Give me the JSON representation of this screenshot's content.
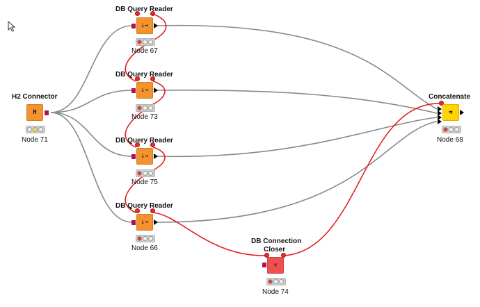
{
  "nodes": {
    "reader_67": {
      "title": "DB Query Reader",
      "label": "Node 67"
    },
    "reader_73": {
      "title": "DB Query Reader",
      "label": "Node 73"
    },
    "reader_75": {
      "title": "DB Query Reader",
      "label": "Node 75"
    },
    "reader_66": {
      "title": "DB Query Reader",
      "label": "Node 66"
    },
    "h2": {
      "title": "H2 Connector",
      "label": "Node 71"
    },
    "concat": {
      "title": "Concatenate",
      "label": "Node 68"
    },
    "closer": {
      "title_line1": "DB Connection",
      "title_line2": "Closer",
      "label": "Node 74"
    }
  },
  "colors": {
    "reader_icon": "#f6922e",
    "h2_icon": "#f6922e",
    "concat_icon": "#ffd400",
    "closer_icon": "#f05050",
    "db_port": "#b0124b",
    "data_wire": "#888888",
    "flow_wire": "#e02020",
    "light_red": "#e53935",
    "light_yellow": "#f5e431",
    "light_off": "#f4f4f4"
  },
  "icons": {
    "pointer": "mouse-pointer-icon",
    "reader": "db-query-reader-icon",
    "h2": "h2-connector-icon",
    "concat": "concatenate-icon",
    "closer": "db-connection-closer-icon"
  },
  "status_lights": {
    "reader_67": "red",
    "reader_73": "red",
    "reader_75": "red",
    "reader_66": "red",
    "h2": "yellow",
    "concat": "red",
    "closer": "red"
  }
}
